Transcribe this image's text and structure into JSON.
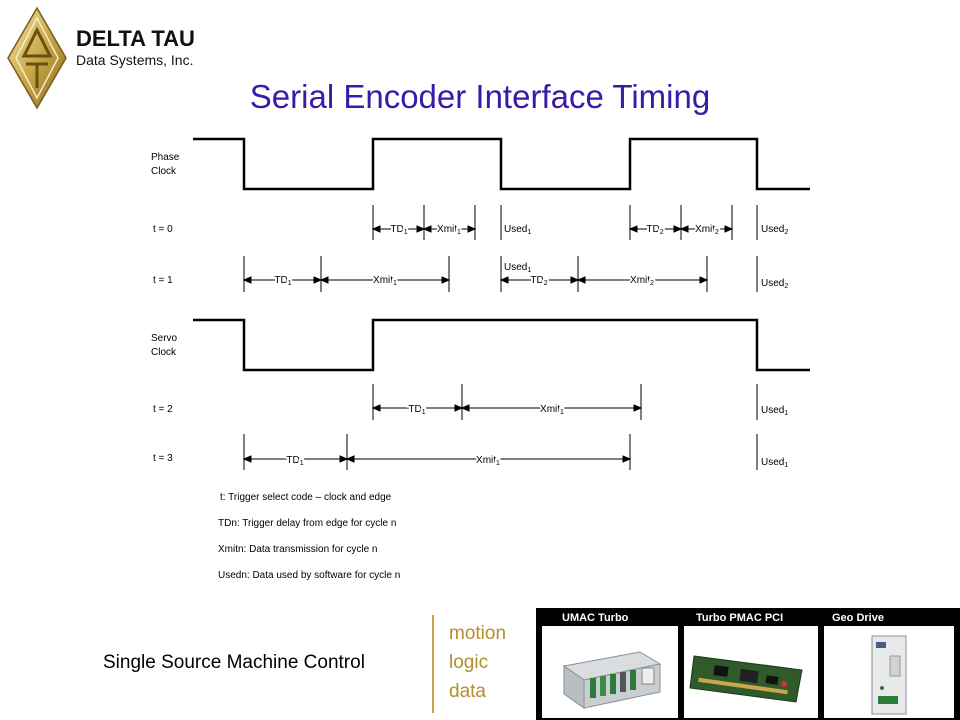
{
  "header": {
    "company_name": "DELTA TAU",
    "company_sub": "Data Systems, Inc.",
    "title": "Serial Encoder Interface Timing"
  },
  "diagram": {
    "signals": {
      "phase_clock": [
        "Phase",
        "Clock"
      ],
      "servo_clock": [
        "Servo",
        "Clock"
      ]
    },
    "rows": {
      "t0": {
        "label": "t = 0",
        "td1": "TD1",
        "xmit1": "Xmit1",
        "used1": "Used1",
        "td2": "TD2",
        "xmit2": "Xmit2",
        "used2": "Used2"
      },
      "t1": {
        "label": "t = 1",
        "td1": "TD1",
        "xmit1": "Xmit1",
        "used1": "Used1",
        "td2": "TD2",
        "xmit2": "Xmit2",
        "used2": "Used2"
      },
      "t2": {
        "label": "t = 2",
        "td1": "TD1",
        "xmit1": "Xmit1",
        "used1": "Used1"
      },
      "t3": {
        "label": "t = 3",
        "td1": "TD1",
        "xmit1": "Xmit1",
        "used1": "Used1"
      }
    },
    "legend": [
      "t: Trigger select code – clock and edge",
      "TDn: Trigger delay from edge for cycle n",
      "Xmitn: Data transmission for cycle n",
      "Usedn: Data used by software for cycle n"
    ]
  },
  "footer": {
    "tagline": "Single Source Machine Control",
    "words": [
      "motion",
      "logic",
      "data"
    ],
    "products": [
      "UMAC Turbo",
      "Turbo PMAC PCI",
      "Geo Drive"
    ]
  },
  "colors": {
    "title": "#3a1aa8",
    "gold": "#c8a44a",
    "footer_words": "#b48d2c"
  }
}
